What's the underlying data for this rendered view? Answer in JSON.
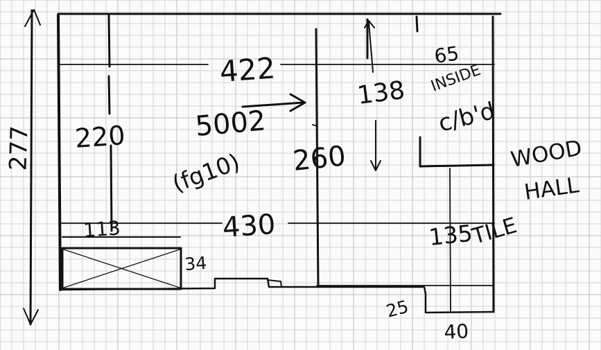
{
  "labels": {
    "top_width": "422",
    "left_height": "277",
    "left_room_depth": "220",
    "main_area": "5002",
    "main_area_note": "(fg10)",
    "middle_wall": "260",
    "inside_cupboard_depth": "138",
    "cupboard_top": "65",
    "cupboard_line1": "INSIDE",
    "cupboard_line2": "c/b'd",
    "bottom_width": "430",
    "box_width": "113",
    "box_height": "34",
    "lower_right_height": "135",
    "tile": "TILE",
    "step_depth": "25",
    "bottom_step_width": "40",
    "wood_line1": "WOOD",
    "wood_line2": "HALL"
  },
  "colors": {
    "ink": "#111111",
    "grid": "#cfd3d8",
    "paper": "#fbfbfb"
  }
}
